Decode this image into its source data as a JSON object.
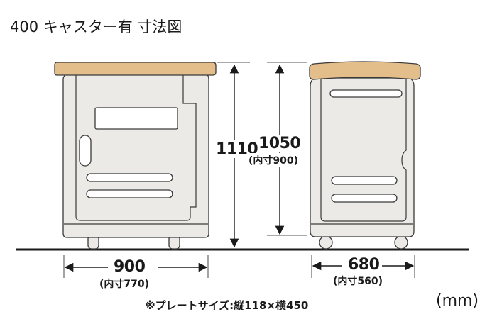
{
  "title": "400 キャスター有 寸法図",
  "left_unit": {
    "height_total": "1110",
    "width": "900",
    "width_inner": "(内寸770)"
  },
  "right_unit": {
    "height_total": "1050",
    "height_inner": "(内寸900)",
    "width": "680",
    "width_inner": "(内寸560)"
  },
  "plate_note": "※プレートサイズ:縦118×横450",
  "unit": "(mm)",
  "colors": {
    "wood_top": "#E3BE8A",
    "cabinet_body": "#ECEAE6",
    "outline": "#3a3a3a",
    "floor": "#1a1a1a"
  }
}
